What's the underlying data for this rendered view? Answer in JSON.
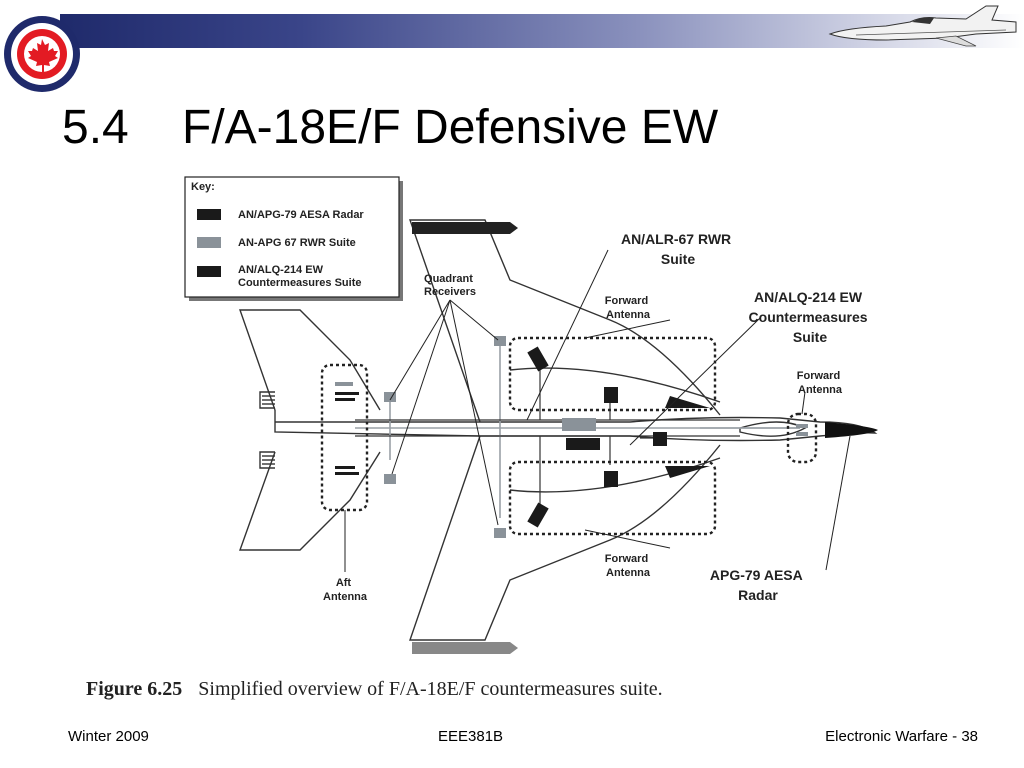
{
  "header": {
    "roundel_icon": "rcaf-roundel-icon",
    "jet_icon": "fighter-jet-icon",
    "band_colors": [
      "#1f2a6b",
      "#ffffff"
    ]
  },
  "slide": {
    "number": "5.4",
    "title": "F/A-18E/F Defensive EW"
  },
  "diagram": {
    "key": {
      "heading": "Key:",
      "items": [
        {
          "label": "AN/APG-79 AESA Radar",
          "color": "#1a1a1a"
        },
        {
          "label": "AN-APG 67 RWR Suite",
          "color": "#8a9299"
        },
        {
          "label": "AN/ALQ-214  EW",
          "label2": "Countermeasures Suite",
          "color": "#1a1a1a"
        }
      ]
    },
    "labels": {
      "quadrant_receivers": [
        "Quadrant",
        "Receivers"
      ],
      "alr67": [
        "AN/ALR-67 RWR",
        "Suite"
      ],
      "alq214": [
        "AN/ALQ-214 EW",
        "Countermeasures",
        "Suite"
      ],
      "forward_antenna_top": [
        "Forward",
        "Antenna"
      ],
      "forward_antenna_nose": [
        "Forward",
        "Antenna"
      ],
      "forward_antenna_bottom": [
        "Forward",
        "Antenna"
      ],
      "aft_antenna": [
        "Aft",
        "Antenna"
      ],
      "apg79": [
        "APG-79 AESA",
        "Radar"
      ]
    }
  },
  "caption": {
    "label": "Figure 6.25",
    "text": "Simplified overview of F/A-18E/F countermeasures suite."
  },
  "footer": {
    "left": "Winter 2009",
    "center": "EEE381B",
    "right": "Electronic Warfare - 38"
  }
}
